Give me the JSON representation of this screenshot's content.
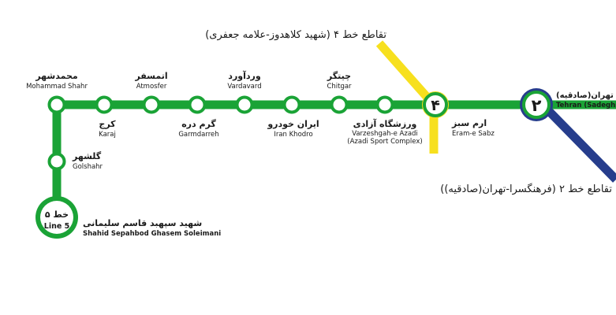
{
  "colors": {
    "line5": "#1aa336",
    "line4": "#f7e01e",
    "line2": "#263d8c",
    "station_fill": "#ffffff",
    "text": "#1a1a1a"
  },
  "lines": {
    "line5": "Line 5",
    "line5_fa": "خط ۵"
  },
  "stations": {
    "mohammadshahr": {
      "fa": "محمدشهر",
      "en": "Mohammad Shahr"
    },
    "golshahr": {
      "fa": "گلشهر",
      "en": "Golshahr"
    },
    "shahid_soleimani": {
      "fa": "شهید سپهبد قاسم سلیمانی",
      "en": "Shahid Sepahbod Ghasem Soleimani"
    },
    "karaj": {
      "fa": "کرج",
      "en": "Karaj"
    },
    "atmosfer": {
      "fa": "اتمسفر",
      "en": "Atmosfer"
    },
    "garmdarreh": {
      "fa": "گرم دره",
      "en": "Garmdarreh"
    },
    "vardavard": {
      "fa": "وردآورد",
      "en": "Vardavard"
    },
    "irankhodro": {
      "fa": "ایران خودرو",
      "en": "Iran Khodro"
    },
    "chitgar": {
      "fa": "چیتگر",
      "en": "Chitgar"
    },
    "azadi": {
      "fa": "ورزشگاه آزادی",
      "en": "Varzeshgah-e Azadi",
      "en2": "(Azadi Sport Complex)"
    },
    "eram": {
      "fa": "ارم سبز",
      "en": "Eram-e Sabz"
    },
    "tehran": {
      "fa": "تهران(صادقیه)",
      "en": "Tehran (Sadeghiye"
    }
  },
  "transfers": {
    "eram_line_number": "۴",
    "tehran_line_number": "۲"
  },
  "annotations": {
    "line4_transfer": "تقاطع خط ۴ (شهید کلاهدوز-علامه جعفری)",
    "line2_transfer": "تقاطع خط ۲ (فرهنگسرا-تهران(صادقیه))"
  }
}
